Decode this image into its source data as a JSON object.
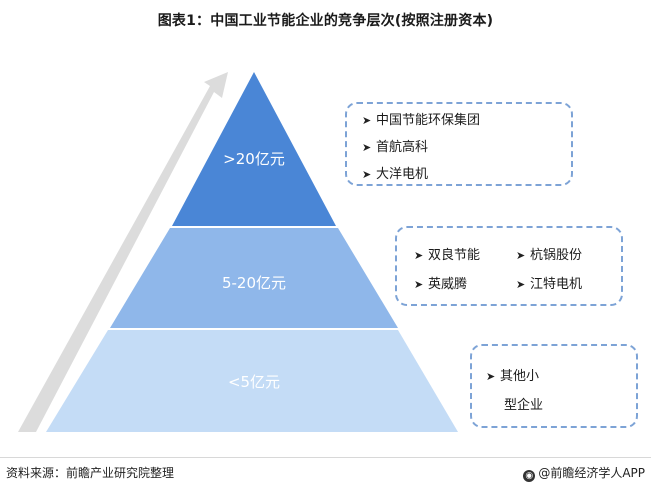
{
  "title": "图表1：中国工业节能企业的竞争层次(按照注册资本)",
  "colors": {
    "tier_top": "#4a86d6",
    "tier_mid": "#8fb7ea",
    "tier_bottom": "#c4dcf6",
    "box_border": "#7da3d6",
    "arrow": "#dcdcdc"
  },
  "tiers": [
    {
      "label": ">20亿元"
    },
    {
      "label": "5-20亿元"
    },
    {
      "label": "<5亿元"
    }
  ],
  "top_companies": [
    "中国节能环保集团",
    "首航高科",
    "大洋电机"
  ],
  "mid_companies": [
    "双良节能",
    "杭锅股份",
    "英威腾",
    "江特电机"
  ],
  "bottom_companies": {
    "line1": "其他小",
    "line2": "型企业"
  },
  "footer": {
    "source": "资料来源：前瞻产业研究院整理",
    "brand": "@前瞻经济学人APP",
    "brand_icon": "circle-logo-icon"
  }
}
